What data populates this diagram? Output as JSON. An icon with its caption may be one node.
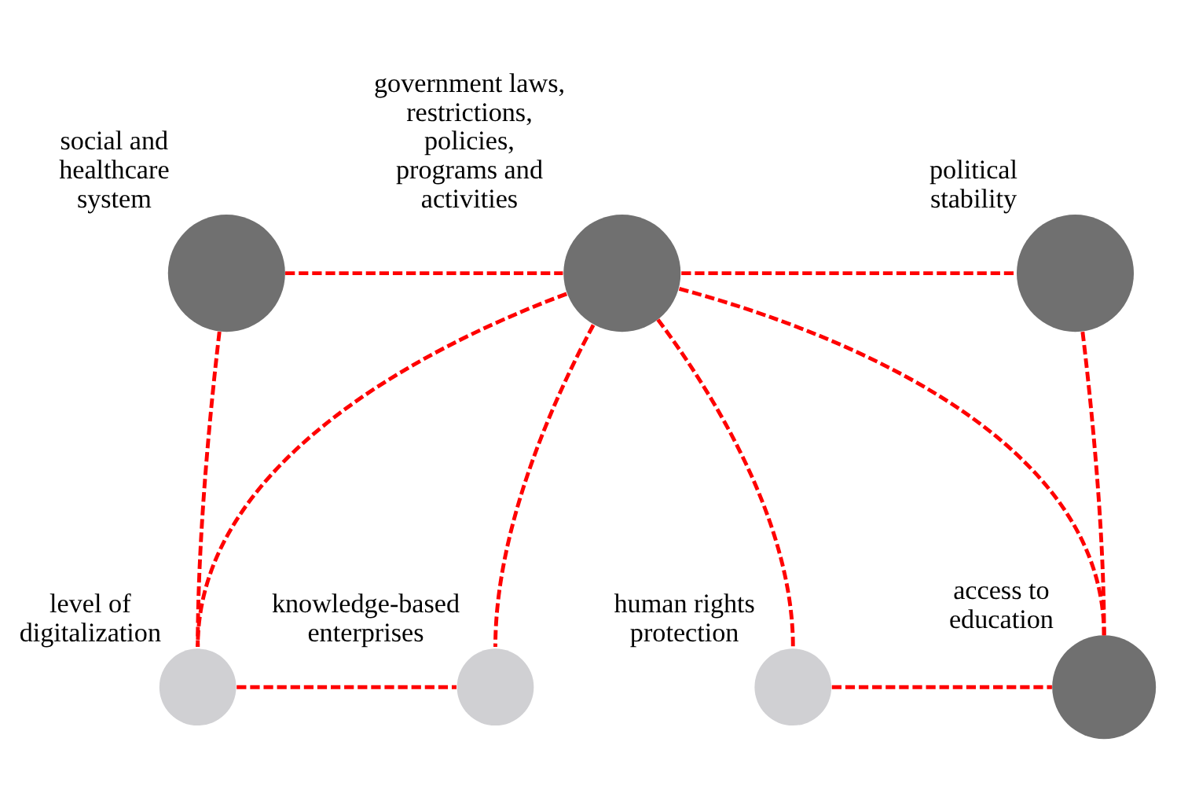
{
  "diagram": {
    "nodes": [
      {
        "text": [
          "social and healthcare system"
        ]
      },
      {
        "text": [
          "government laws, restrictions, policies, programs and activities"
        ]
      },
      {
        "text": [
          "political stability"
        ]
      },
      {
        "text": [
          "level of digitalization"
        ]
      },
      {
        "text": [
          "knowledge-based enterprises"
        ]
      },
      {
        "text": [
          "human rights protection"
        ]
      },
      {
        "text": [
          "access to education"
        ]
      }
    ],
    "edges": [
      {
        "from": 0,
        "to": 1,
        "arrow": "none",
        "style": "dashed"
      },
      {
        "from": 1,
        "to": 2,
        "arrow": "none",
        "style": "dashed"
      },
      {
        "from": 0,
        "to": 3,
        "arrow": "none",
        "style": "dashed"
      },
      {
        "from": 1,
        "to": 3,
        "arrow": "none",
        "style": "dashed"
      },
      {
        "from": 1,
        "to": 4,
        "arrow": "none",
        "style": "dashed"
      },
      {
        "from": 3,
        "to": 4,
        "arrow": "none",
        "style": "dashed"
      },
      {
        "from": 1,
        "to": 5,
        "arrow": "none",
        "style": "dashed"
      },
      {
        "from": 1,
        "to": 6,
        "arrow": "none",
        "style": "dashed"
      },
      {
        "from": 2,
        "to": 6,
        "arrow": "none",
        "style": "dashed"
      },
      {
        "from": 5,
        "to": 6,
        "arrow": "none",
        "style": "dashed"
      }
    ]
  }
}
